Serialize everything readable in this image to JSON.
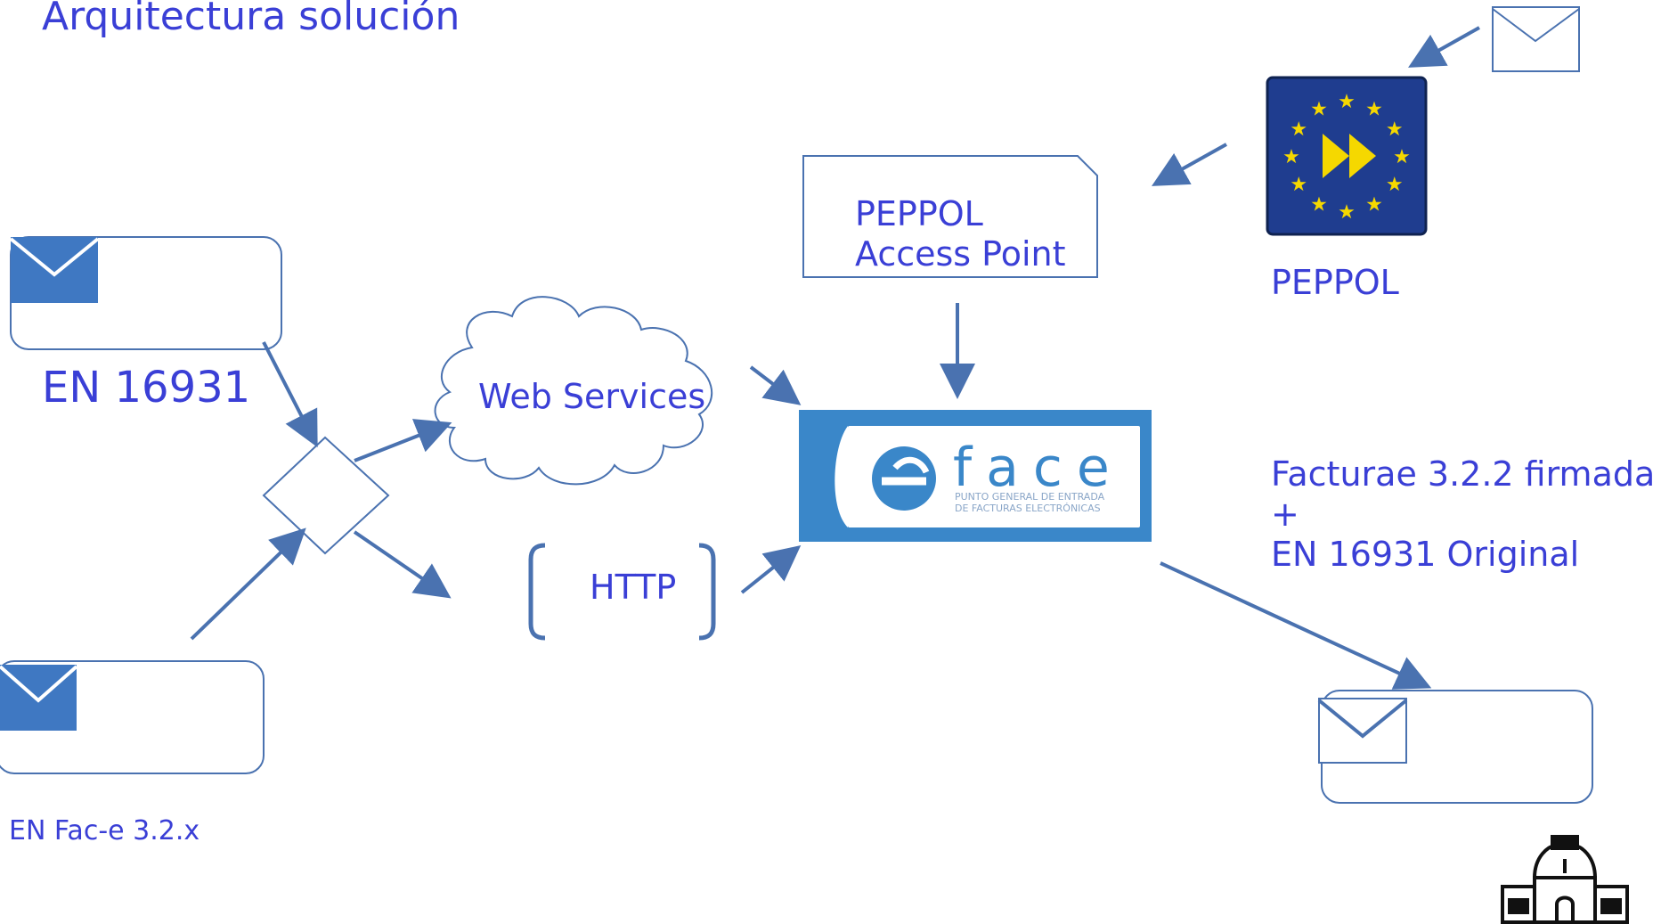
{
  "title": "Arquitectura solución",
  "sources": {
    "en16931": "EN 16931",
    "facturae": "EN Fac-e 3.2.x"
  },
  "channels": {
    "webservices": "Web Services",
    "http": "HTTP"
  },
  "peppol_access_point": {
    "line1": "PEPPOL",
    "line2": "Access Point"
  },
  "peppol": "PEPPOL",
  "face_logo": {
    "brand": "face",
    "tagline1": "PUNTO GENERAL DE ENTRADA",
    "tagline2": "DE FACTURAS ELECTRÓNICAS"
  },
  "output": {
    "line1": "Facturae 3.2.2 firmada",
    "line2": "+",
    "line3": "EN 16931 Original"
  },
  "colors": {
    "text": "#3a3fd6",
    "arrow": "#4a72b0",
    "box_stroke": "#4a72b0",
    "envelope_fill": "#3f78c2",
    "face_blue": "#3a87c9",
    "peppol_blue": "#1f3d8f",
    "peppol_star": "#f5d800"
  },
  "icons": [
    "envelope-icon",
    "peppol-logo",
    "face-logo",
    "building-icon"
  ]
}
